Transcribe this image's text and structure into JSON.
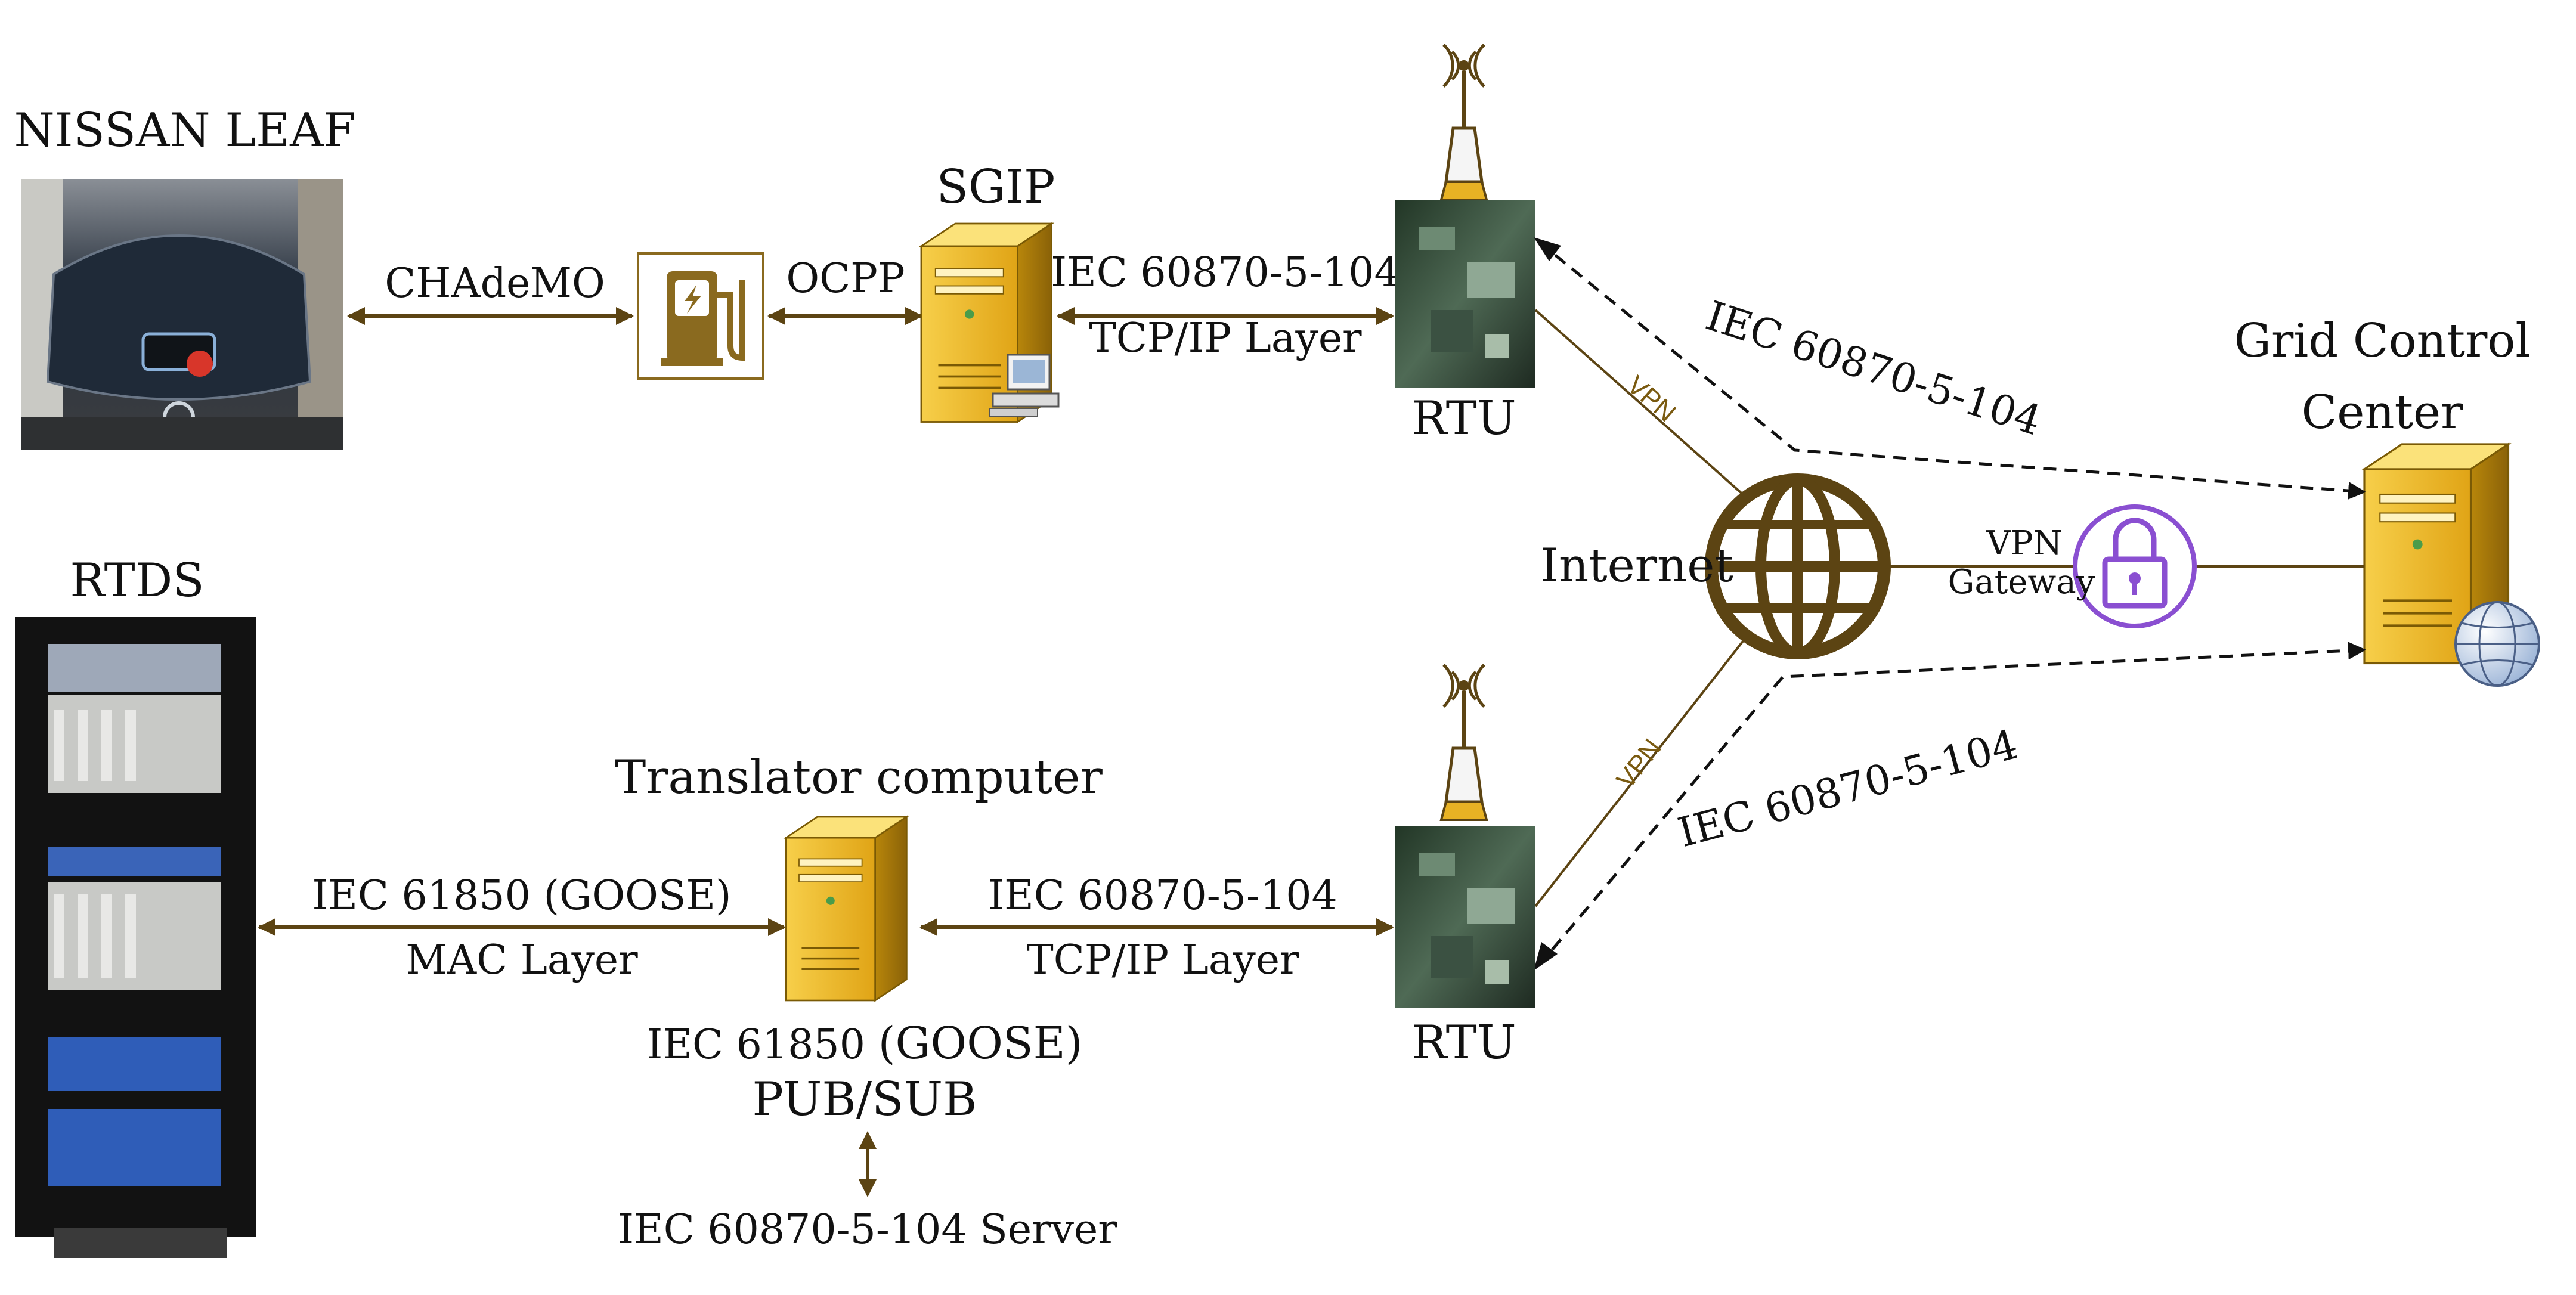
{
  "nodes": {
    "nissan_leaf": {
      "title": "NISSAN LEAF"
    },
    "rtds": {
      "title": "RTDS"
    },
    "sgip": {
      "title": "SGIP"
    },
    "rtu_top": {
      "title": "RTU"
    },
    "rtu_bottom": {
      "title": "RTU"
    },
    "internet": {
      "title": "Internet"
    },
    "translator": {
      "title": "Translator computer"
    },
    "grid_control": {
      "title_line1": "Grid Control",
      "title_line2": "Center"
    },
    "vpn_gateway": {
      "line1": "VPN",
      "line2": "Gateway"
    }
  },
  "links": {
    "leaf_charger": {
      "label": "CHAdeMO"
    },
    "charger_sgip": {
      "label": "OCPP"
    },
    "sgip_rtu": {
      "label_top": "IEC 60870-5-104",
      "label_bottom": "TCP/IP Layer"
    },
    "rtds_translator": {
      "label_top": "IEC 61850 (GOOSE)",
      "label_bottom": "MAC Layer"
    },
    "translator_rtu": {
      "label_top": "IEC 60870-5-104",
      "label_bottom": "TCP/IP Layer"
    },
    "rtu_top_internet": {
      "label": "VPN"
    },
    "rtu_bottom_internet": {
      "label": "VPN"
    },
    "rtu_top_gcc": {
      "label": "IEC 60870-5-104"
    },
    "rtu_bottom_gcc": {
      "label": "IEC 60870-5-104"
    },
    "translator_server": {
      "label_top_a": "IEC 61850 ",
      "label_top_b": "(GOOSE)",
      "label_mid": "PUB/SUB",
      "label_bottom": "IEC 60870-5-104 Server"
    }
  },
  "icons": {
    "charger": "ev-charger-icon",
    "server": "server-tower-icon",
    "antenna": "antenna-icon",
    "globe": "globe-icon",
    "lock": "padlock-icon"
  },
  "colors": {
    "link": "#5c4413",
    "vpn_text": "#7a5a10",
    "gold": "#e8b224",
    "gold_dark": "#a87a0c",
    "lock": "#8a4fd1",
    "dashed": "#111111"
  }
}
